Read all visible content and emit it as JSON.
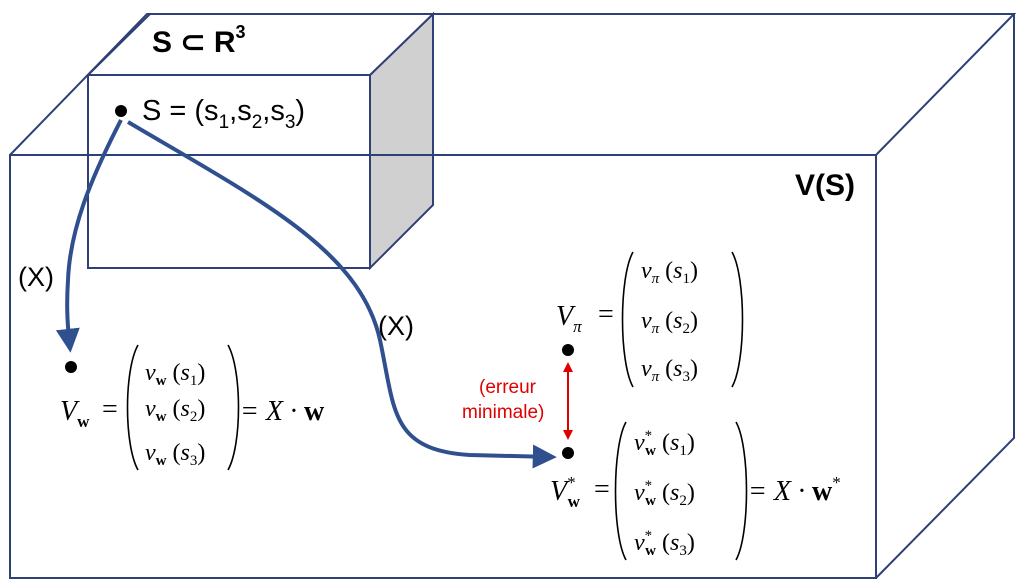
{
  "small_box": {
    "title_main": "S ⊂ R",
    "title_sup": "3",
    "state_text": "S = (s",
    "state_s1_sub": "1",
    "state_s2": ",s",
    "state_s2_sub": "2",
    "state_s3": ",s",
    "state_s3_sub": "3",
    "state_close": ")"
  },
  "big_box": {
    "title": "V(S)"
  },
  "arrows": {
    "left_label": "(X)",
    "right_label": "(X)"
  },
  "error": {
    "line1": "(erreur",
    "line2": "minimale)",
    "color": "#e00000"
  },
  "colors": {
    "box_edge": "#2f3f77",
    "arrow": "#2f4f8f",
    "side_face": "#d0d0d0"
  },
  "vectors": {
    "vw": {
      "lhs_main": "V",
      "lhs_sub": "w",
      "equals": "=",
      "entries": [
        {
          "v": "v",
          "sub": "w",
          "arg": "s",
          "arg_sub": "1"
        },
        {
          "v": "v",
          "sub": "w",
          "arg": "s",
          "arg_sub": "2"
        },
        {
          "v": "v",
          "sub": "w",
          "arg": "s",
          "arg_sub": "3"
        }
      ],
      "rhs": "= X · ",
      "rhs_bold": "w"
    },
    "vpi": {
      "lhs_main": "V",
      "lhs_sub": "π",
      "equals": "=",
      "entries": [
        {
          "v": "v",
          "sub": "π",
          "arg": "s",
          "arg_sub": "1"
        },
        {
          "v": "v",
          "sub": "π",
          "arg": "s",
          "arg_sub": "2"
        },
        {
          "v": "v",
          "sub": "π",
          "arg": "s",
          "arg_sub": "3"
        }
      ]
    },
    "vwstar": {
      "lhs_main": "V",
      "lhs_sub": "w",
      "lhs_sup": "*",
      "equals": "=",
      "entries": [
        {
          "v": "v",
          "sub": "w",
          "sup": "*",
          "arg": "s",
          "arg_sub": "1"
        },
        {
          "v": "v",
          "sub": "w",
          "sup": "*",
          "arg": "s",
          "arg_sub": "2"
        },
        {
          "v": "v",
          "sub": "w",
          "sup": "*",
          "arg": "s",
          "arg_sub": "3"
        }
      ],
      "rhs": "= X · ",
      "rhs_bold": "w",
      "rhs_sup": "*"
    }
  }
}
